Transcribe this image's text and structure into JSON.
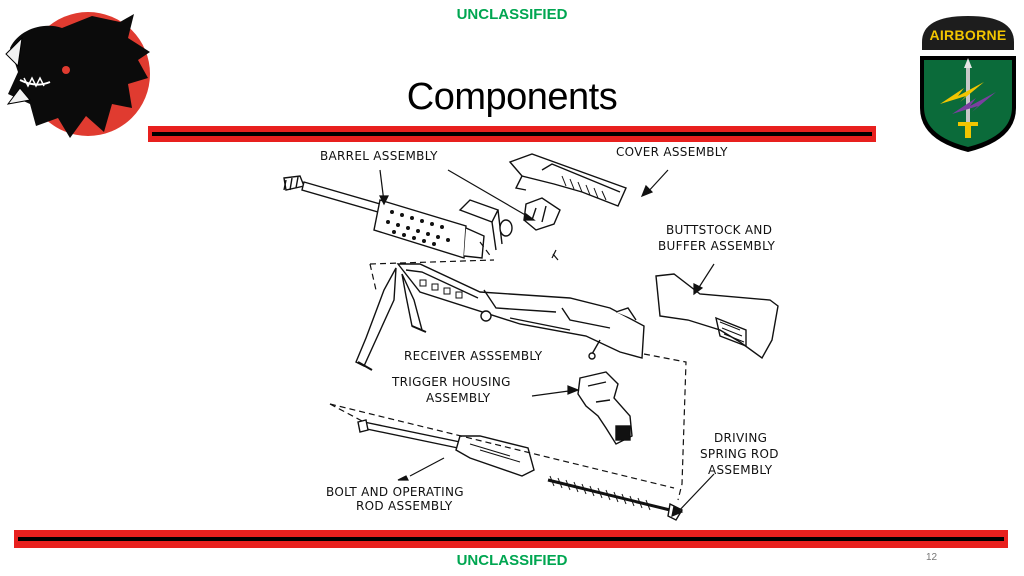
{
  "classification_top": "UNCLASSIFIED",
  "classification_bottom": "UNCLASSIFIED",
  "title": "Components",
  "page_number": "12",
  "logos": {
    "left": "boar-head-unit-emblem",
    "right": "airborne-special-forces-shield",
    "right_tab_text": "AIRBORNE"
  },
  "colors": {
    "classification": "#00a651",
    "accent_bar": "#e8201e",
    "shield_green": "#0b6b3a",
    "tab_dark": "#1d1d1d",
    "tab_text": "#f2c500"
  },
  "diagram_labels": {
    "barrel": "BARREL ASSEMBLY",
    "cover": "COVER ASSEMBLY",
    "buttstock_1": "BUTTSTOCK AND",
    "buttstock_2": "BUFFER ASSEMBLY",
    "receiver": "RECEIVER ASSSEMBLY",
    "trigger_1": "TRIGGER HOUSING",
    "trigger_2": "ASSEMBLY",
    "driving_1": "DRIVING",
    "driving_2": "SPRING ROD",
    "driving_3": "ASSEMBLY",
    "bolt_1": "BOLT AND OPERATING",
    "bolt_2": "ROD ASSEMBLY"
  }
}
